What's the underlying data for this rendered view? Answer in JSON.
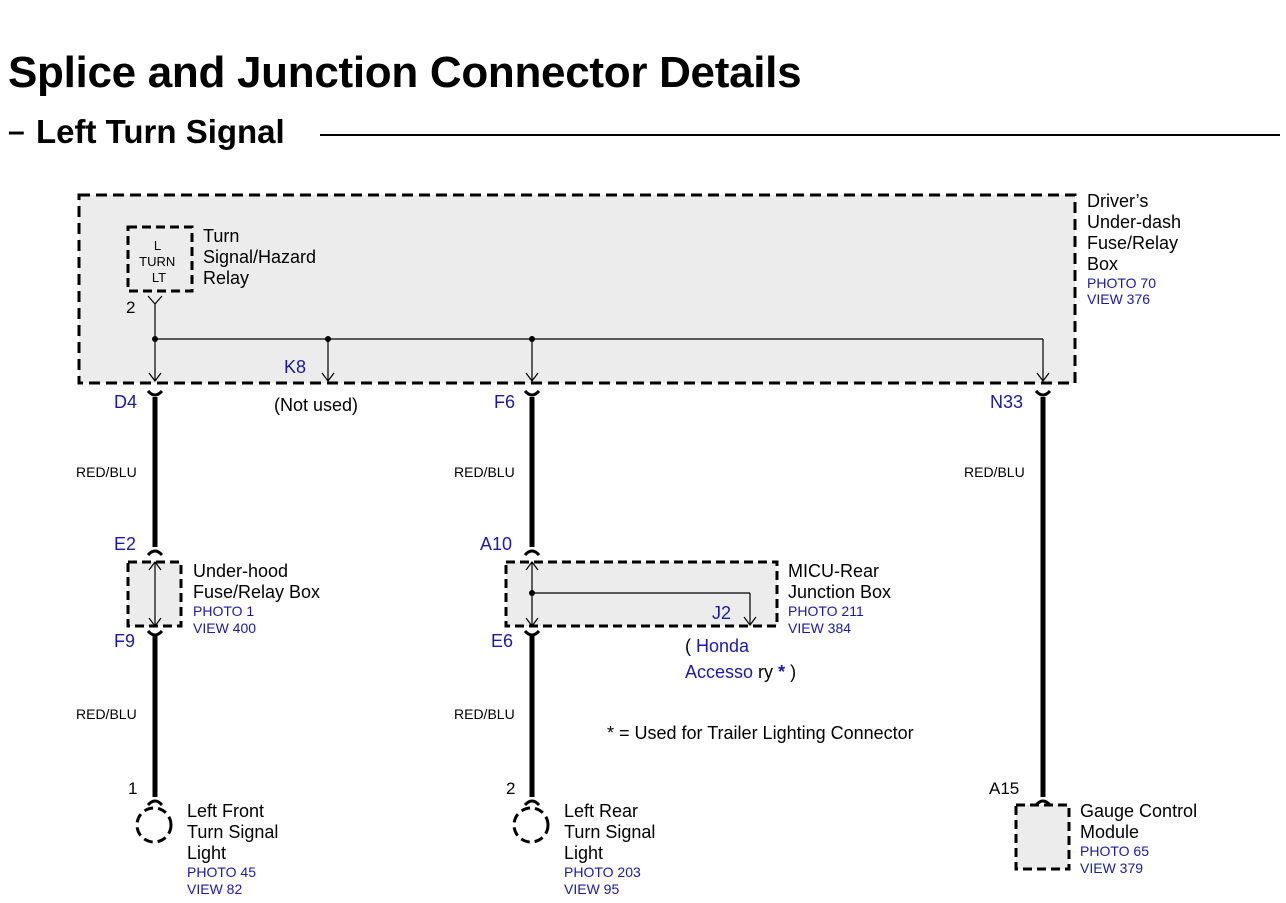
{
  "page_title": "Splice and Junction Connector Details",
  "section": {
    "dash": "–",
    "title": "Left Turn Signal"
  },
  "colors": {
    "link": "#1a1aa8",
    "ink": "#000000",
    "box_fill": "#ececec"
  },
  "components": {
    "drivers_box": {
      "name_lines": [
        "Driver’s",
        "Under-dash",
        "Fuse/Relay",
        "Box"
      ],
      "photo": "PHOTO 70",
      "view": "VIEW 376"
    },
    "relay": {
      "inner_lines": [
        "L",
        "TURN",
        "LT"
      ],
      "name_lines": [
        "Turn",
        "Signal/Hazard",
        "Relay"
      ],
      "pin": "2"
    },
    "underhood_box": {
      "name_lines": [
        "Under-hood",
        "Fuse/Relay Box"
      ],
      "photo": "PHOTO 1",
      "view": "VIEW 400"
    },
    "micu_box": {
      "name_lines": [
        "MICU-Rear",
        "Junction Box"
      ],
      "photo": "PHOTO 211",
      "view": "VIEW 384"
    },
    "left_front_light": {
      "name_lines": [
        "Left Front",
        "Turn Signal",
        "Light"
      ],
      "photo": "PHOTO 45",
      "view": "VIEW 82",
      "pin": "1"
    },
    "left_rear_light": {
      "name_lines": [
        "Left Rear",
        "Turn Signal",
        "Light"
      ],
      "photo": "PHOTO 203",
      "view": "VIEW 95",
      "pin": "2"
    },
    "gauge_module": {
      "name_lines": [
        "Gauge Control",
        "Module"
      ],
      "photo": "PHOTO 65",
      "view": "VIEW 379",
      "pin": "A15"
    }
  },
  "terminals": {
    "d4": "D4",
    "k8": "K8",
    "f6": "F6",
    "n33": "N33",
    "e2": "E2",
    "f9": "F9",
    "a10": "A10",
    "e6": "E6",
    "j2": "J2"
  },
  "notes": {
    "not_used": "(Not used)",
    "honda_open": "(",
    "honda_line1": "Honda",
    "honda_accesso": "Accesso",
    "honda_ry": "ry",
    "honda_star": "*",
    "honda_close": ")",
    "footnote": "* = Used for Trailer Lighting Connector"
  },
  "wires": {
    "w1": "RED/BLU",
    "w2": "RED/BLU",
    "w3": "RED/BLU",
    "w4": "RED/BLU",
    "w5": "RED/BLU"
  }
}
